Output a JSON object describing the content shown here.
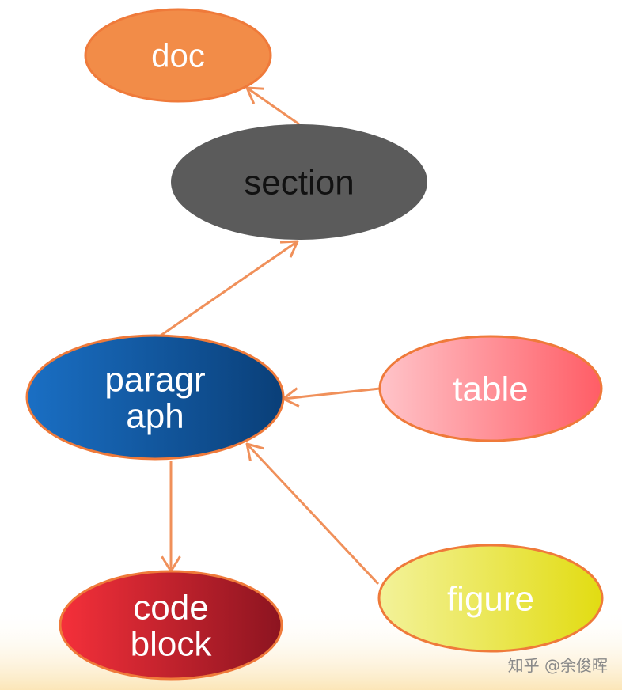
{
  "nodes": [
    {
      "id": "doc",
      "lines": [
        "doc"
      ]
    },
    {
      "id": "section",
      "lines": [
        "section"
      ]
    },
    {
      "id": "paragraph",
      "lines": [
        "paragr",
        "aph"
      ]
    },
    {
      "id": "table",
      "lines": [
        "table"
      ]
    },
    {
      "id": "code-block",
      "lines": [
        "code",
        "block"
      ]
    },
    {
      "id": "figure",
      "lines": [
        "figure"
      ]
    }
  ],
  "edges": [
    {
      "from": "section",
      "to": "doc"
    },
    {
      "from": "paragraph",
      "to": "section"
    },
    {
      "from": "table",
      "to": "paragraph"
    },
    {
      "from": "figure",
      "to": "paragraph"
    },
    {
      "from": "paragraph",
      "to": "code-block"
    }
  ],
  "colors": {
    "edge": "#f0905a",
    "outline": "#ef7a3a",
    "doc": "#f28c48",
    "section": "#5b5b5b",
    "paragraph_start": "#1a6fc4",
    "paragraph_end": "#0a3f78",
    "table_start": "#ffc4c9",
    "table_end": "#ff5d66",
    "code_start": "#f5303a",
    "code_end": "#8c1420",
    "figure_start": "#f3f29a",
    "figure_end": "#e2dc12"
  },
  "watermark": "知乎 @余俊晖"
}
